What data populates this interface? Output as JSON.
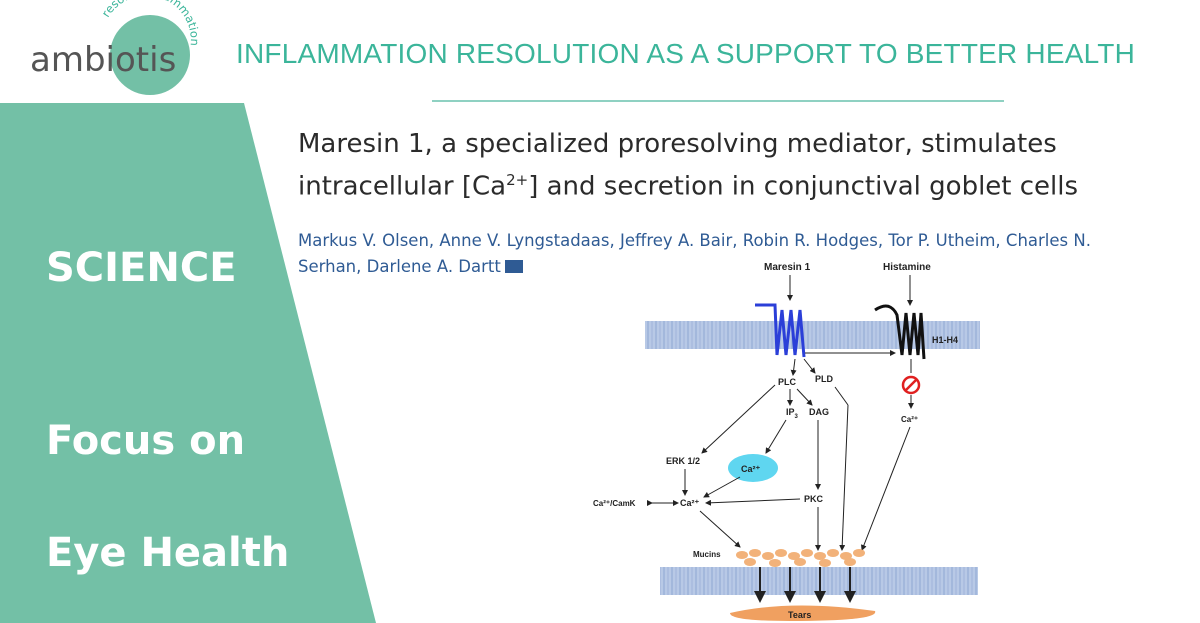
{
  "brand": {
    "logo_text": "ambiotis",
    "logo_arc_text": "resolve inflammation",
    "tagline": "INFLAMMATION RESOLUTION AS A SUPPORT TO BETTER HEALTH",
    "accent_color": "#3bb59a",
    "panel_color": "#73c0a6"
  },
  "panel": {
    "section": "SCIENCE",
    "focus_line1": "Focus on",
    "focus_line2": "Eye Health"
  },
  "paper": {
    "title_line1": "Maresin 1, a specialized proresolving mediator, stimulates",
    "title_line2_prefix": "intracellular [Ca",
    "title_line2_sup": "2+",
    "title_line2_suffix": "] and secretion in conjunctival goblet cells",
    "authors_line1": "Markus V. Olsen,  Anne V. Lyngstadaas,  Jeffrey A. Bair,  Robin R. Hodges,  Tor P. Utheim,  Charles N.",
    "authors_line2": "Serhan,  Darlene A. Dartt"
  },
  "figure": {
    "maresin": "Maresin 1",
    "histamine": "Histamine",
    "receptor": "H1-H4",
    "plc": "PLC",
    "pld": "PLD",
    "ip3": "IP",
    "ip3_sub": "3",
    "dag": "DAG",
    "erk": "ERK 1/2",
    "ca_store": "Ca²⁺",
    "camk": "Ca²⁺/CamK",
    "ca_center": "Ca²⁺",
    "pkc": "PKC",
    "ca_right": "Ca²⁺",
    "mucins": "Mucins",
    "tears": "Tears"
  }
}
